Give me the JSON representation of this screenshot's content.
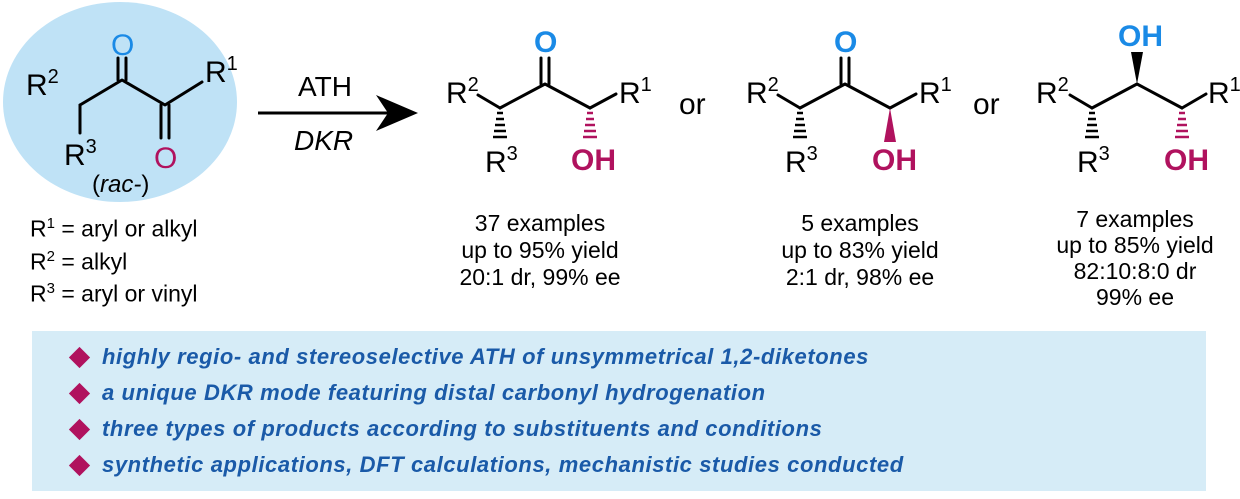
{
  "reactant": {
    "o_top": "O",
    "o_bottom": "O",
    "r1": "R",
    "r1_sup": "1",
    "r2": "R",
    "r2_sup": "2",
    "r3": "R",
    "r3_sup": "3",
    "rac_label": "rac-"
  },
  "arrow": {
    "top": "ATH",
    "bottom": "DKR"
  },
  "conjunctions": [
    "or",
    "or"
  ],
  "products": [
    {
      "top": "O",
      "bottom": "OH",
      "examples": "37 examples",
      "yield": "up to 95% yield",
      "selectivity": "20:1 dr, 99% ee"
    },
    {
      "top": "O",
      "bottom": "OH",
      "examples": "5 examples",
      "yield": "up to 83% yield",
      "selectivity": "2:1 dr, 98% ee"
    },
    {
      "top": "OH",
      "bottom": "OH",
      "examples": "7 examples",
      "yield": "up to 85% yield",
      "selectivity": "82:10:8:0 dr",
      "ee": "99% ee"
    }
  ],
  "substituents": [
    {
      "r": "R",
      "sup": "1",
      "text": " = aryl or alkyl"
    },
    {
      "r": "R",
      "sup": "2",
      "text": " = alkyl"
    },
    {
      "r": "R",
      "sup": "3",
      "text": " = aryl or vinyl"
    }
  ],
  "highlights": [
    "highly regio- and stereoselective ATH of unsymmetrical 1,2-diketones",
    "a unique DKR mode featuring distal carbonyl hydrogenation",
    "three types of products according to substituents and conditions",
    "synthetic applications, DFT calculations, mechanistic studies conducted"
  ],
  "colors": {
    "ketone_blue": "#1a8ae6",
    "alcohol_magenta": "#b0125e",
    "highlight_text": "#1a5aa8",
    "panel": "#d6ecf7",
    "ellipse": "#bfe2f6"
  }
}
